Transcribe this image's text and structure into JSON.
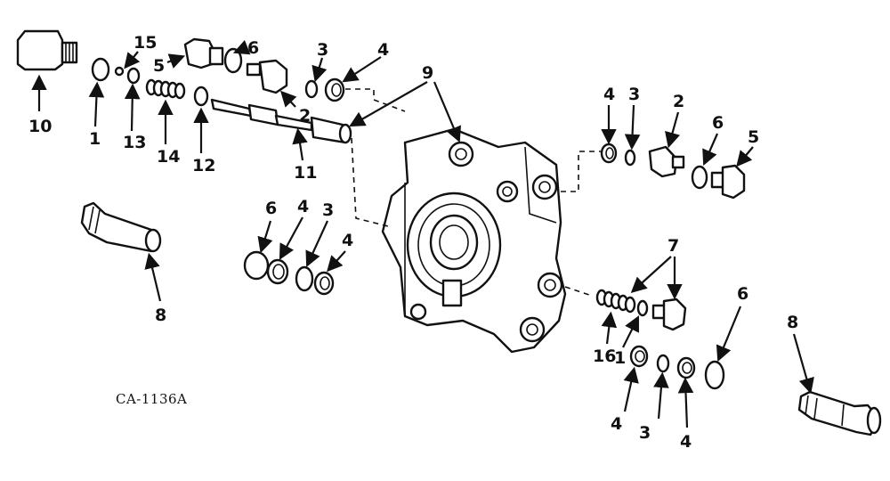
{
  "figure_code": "CA-1136A",
  "callouts": {
    "c1a": "1",
    "c1b": "1",
    "c2a": "2",
    "c2b": "2",
    "c3a": "3",
    "c3b": "3",
    "c3c": "3",
    "c3d": "3",
    "c4a": "4",
    "c4b": "4",
    "c4c": "4",
    "c4d": "4",
    "c4e": "4",
    "c4f": "4",
    "c5a": "5",
    "c5b": "5",
    "c6a": "6",
    "c6b": "6",
    "c6c": "6",
    "c6d": "6",
    "c7": "7",
    "c8a": "8",
    "c8b": "8",
    "c9": "9",
    "c10": "10",
    "c11": "11",
    "c12": "12",
    "c13": "13",
    "c14": "14",
    "c15": "15",
    "c16": "16"
  }
}
